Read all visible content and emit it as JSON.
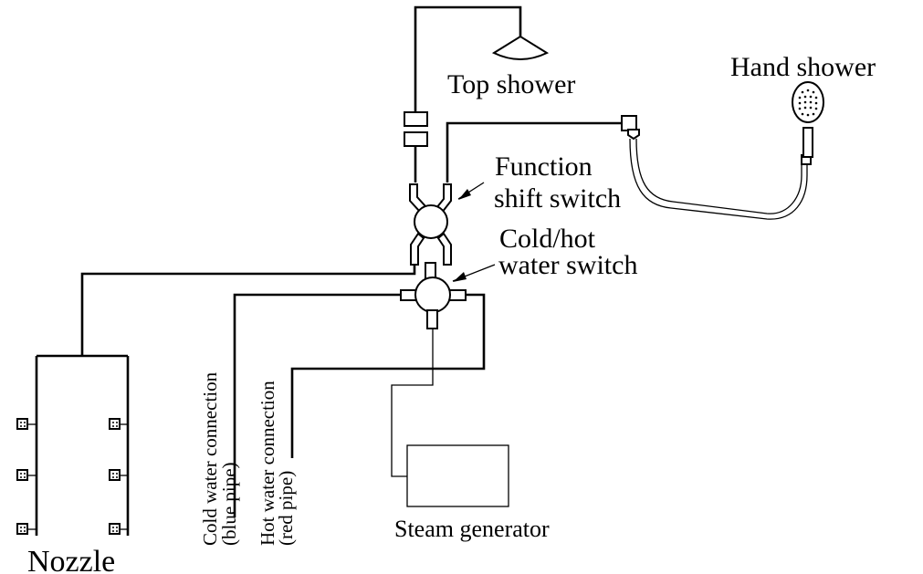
{
  "labels": {
    "top_shower": "Top shower",
    "hand_shower": "Hand shower",
    "function_switch_line1": "Function",
    "function_switch_line2": "shift switch",
    "cold_hot_line1": "Cold/hot",
    "cold_hot_line2": "water switch",
    "cold_water_line1": "Cold water connection",
    "cold_water_line2": "(blue pipe)",
    "hot_water_line1": "Hot water connection",
    "hot_water_line2": "(red pipe)",
    "steam_generator": "Steam generator",
    "nozzle": "Nozzle"
  }
}
